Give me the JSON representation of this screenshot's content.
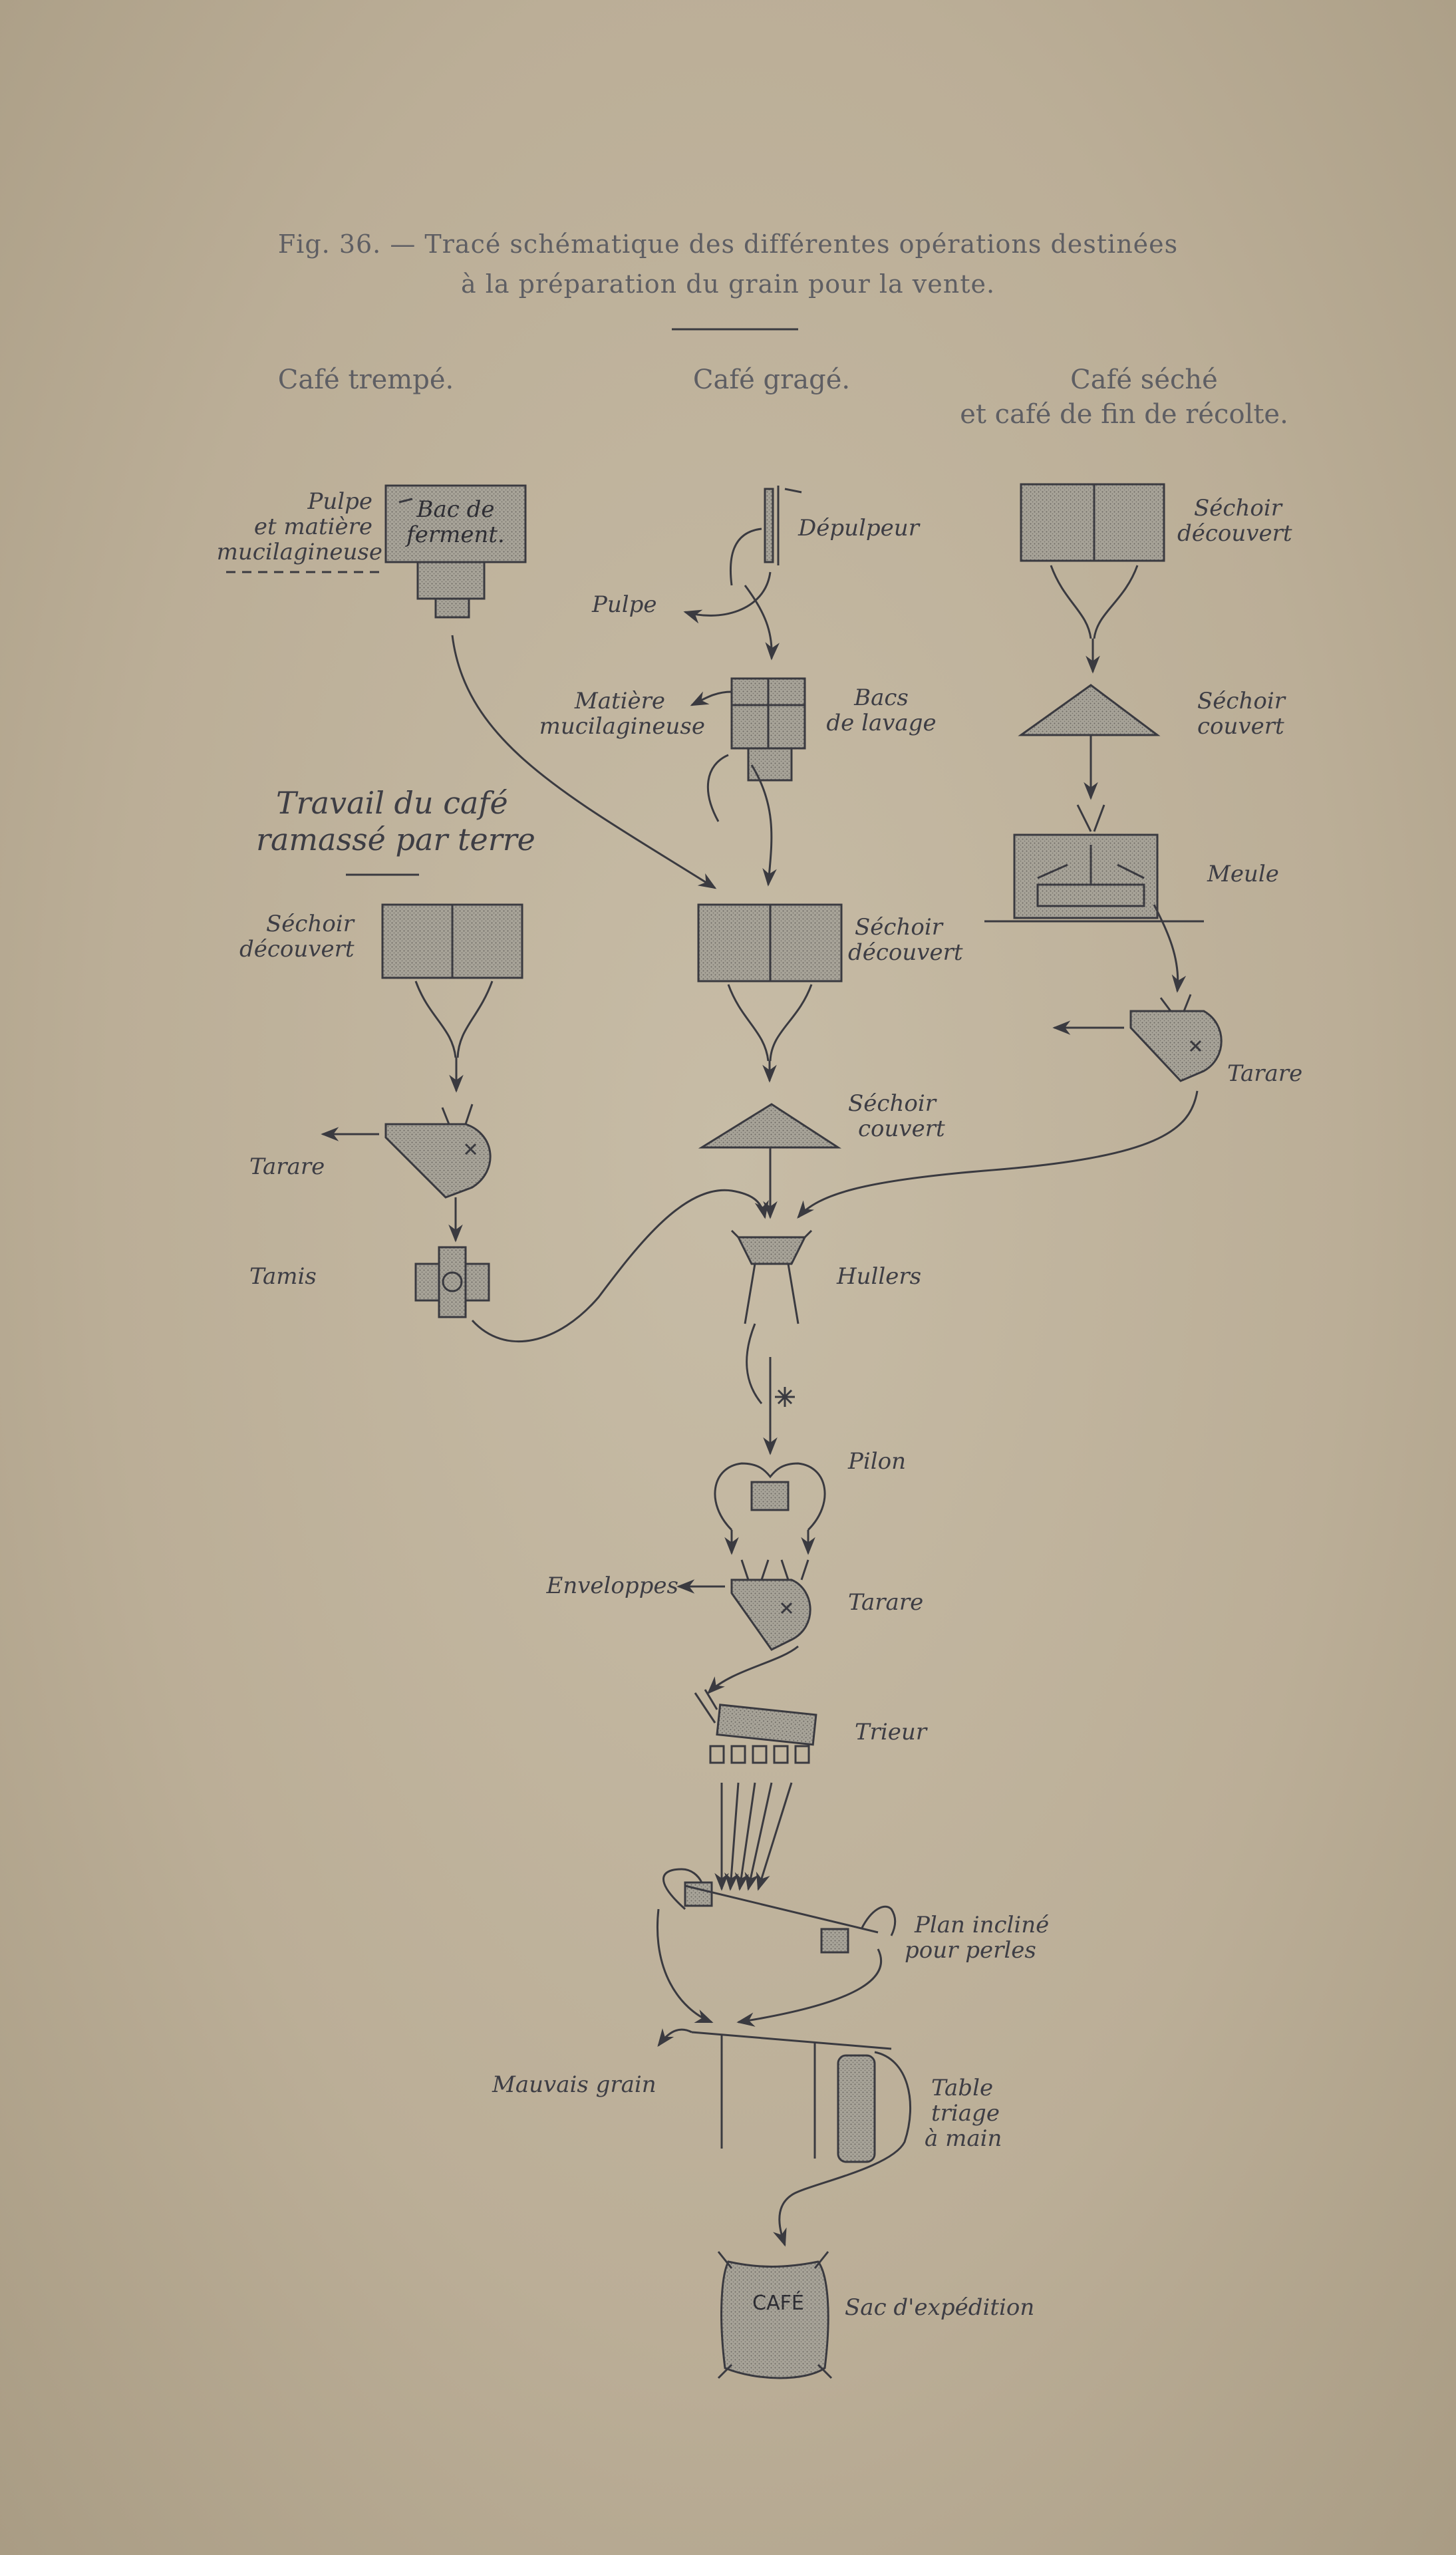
{
  "caption": {
    "line1": "Fig. 36. — Tracé schématique des différentes opérations destinées",
    "line2": "à la préparation du grain pour la vente."
  },
  "columns": {
    "left": "Café trempé.",
    "middle": "Café gragé.",
    "right_line1": "Café séché",
    "right_line2": "et café de fin de récolte."
  },
  "labels": {
    "pulpe_matiere_1": "Pulpe",
    "pulpe_matiere_2": "et matière",
    "pulpe_matiere_3": "mucilagineuse",
    "bac_ferment_1": "Bac de",
    "bac_ferment_2": "ferment.",
    "depulpeur": "Dépulpeur",
    "pulpe": "Pulpe",
    "matiere_mucil_1": "Matière",
    "matiere_mucil_2": "mucilagineuse",
    "bacs_lavage_1": "Bacs",
    "bacs_lavage_2": "de lavage",
    "sechoir_decouvert_r1": "Séchoir",
    "sechoir_decouvert_r2": "découvert",
    "sechoir_couvert_r1": "Séchoir",
    "sechoir_couvert_r2": "couvert",
    "meule": "Meule",
    "tarare_right": "Tarare",
    "travail_1": "Travail du café",
    "travail_2": "ramassé par terre",
    "sechoir_decouvert_l1": "Séchoir",
    "sechoir_decouvert_l2": "découvert",
    "sechoir_decouvert_m1": "Séchoir",
    "sechoir_decouvert_m2": "découvert",
    "sechoir_couvert_m1": "Séchoir",
    "sechoir_couvert_m2": "couvert",
    "tarare_left": "Tarare",
    "tamis": "Tamis",
    "hullers": "Hullers",
    "pilon": "Pilon",
    "enveloppes": "Enveloppes",
    "tarare_middle": "Tarare",
    "trieur": "Trieur",
    "plan_incline_1": "Plan incliné",
    "plan_incline_2": "pour perles",
    "mauvais_grain": "Mauvais grain",
    "table_1": "Table",
    "table_2": "triage",
    "table_3": "à main",
    "sac_cafe": "CAFÉ",
    "sac_expedition": "Sac d'expédition"
  },
  "colors": {
    "ink": "#3a3a40",
    "fill": "#9c9890"
  }
}
